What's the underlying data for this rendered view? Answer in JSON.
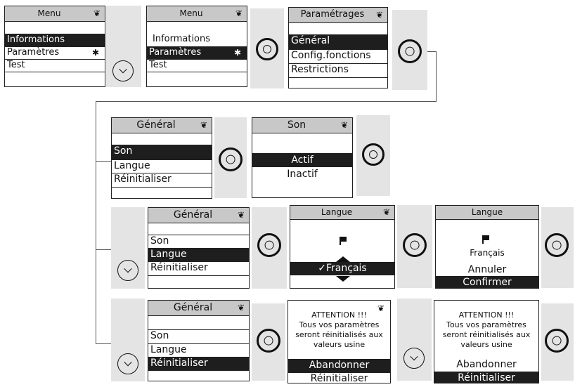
{
  "icons": {
    "header": "leaf-icon",
    "gear": "gear-icon",
    "flag": "flag-icon",
    "ok": "ok-button",
    "down": "down-arrow-button"
  },
  "glyphs": {
    "leaf": "❦",
    "gear": "✱",
    "check": "✓"
  },
  "colors": {
    "header_bg": "#c8c8c8",
    "selected_bg": "#1e1e1e",
    "panel_bg": "#e4e4e4",
    "line": "#555555"
  },
  "screens": {
    "menu": {
      "title": "Menu",
      "items": [
        "Informations",
        "Paramètres",
        "Test"
      ]
    },
    "parametrages": {
      "title": "Paramétrages",
      "items": [
        "Général",
        "Config.fonctions",
        "Restrictions"
      ]
    },
    "general": {
      "title": "Général",
      "items": [
        "Son",
        "Langue",
        "Réinitialiser"
      ]
    },
    "son": {
      "title": "Son",
      "items": [
        "Actif",
        "Inactif"
      ]
    },
    "langue": {
      "title": "Langue",
      "selected": "Français",
      "check": "✓",
      "options": [
        "Annuler",
        "Confirmer"
      ]
    },
    "attention": {
      "lines": [
        "ATTENTION !!!",
        "Tous vos paramètres",
        "seront réinitialisés aux",
        "valeurs usine"
      ],
      "options": [
        "Abandonner",
        "Réinitialiser"
      ]
    }
  }
}
